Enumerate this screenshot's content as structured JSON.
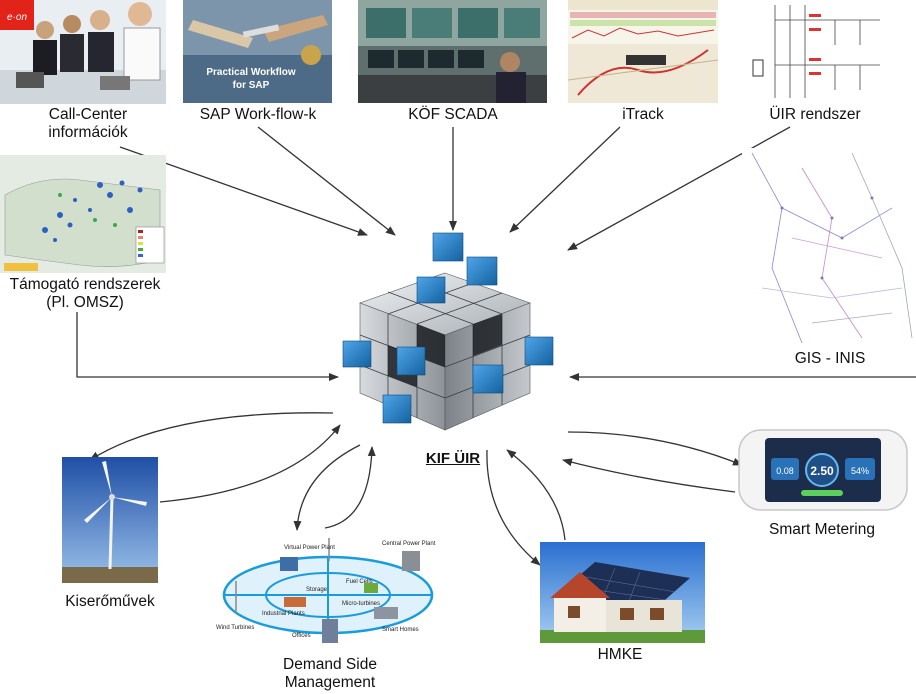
{
  "center": {
    "label": "KIF ÜIR"
  },
  "nodes": {
    "call_center": {
      "line1": "Call-Center",
      "line2": "információk",
      "logo": "e·on"
    },
    "sap": {
      "label": "SAP Work-flow-k",
      "book_line1": "Practical Workflow",
      "book_line2": "for SAP"
    },
    "kof": {
      "label": "KÖF SCADA"
    },
    "itrack": {
      "label": "iTrack"
    },
    "uir": {
      "label": "ÜIR rendszer"
    },
    "tamogato": {
      "line1": "Támogató rendszerek",
      "line2": "(Pl. OMSZ)"
    },
    "gis": {
      "label": "GIS - INIS"
    },
    "kiseromuvek": {
      "label": "Kiserőművek"
    },
    "dsm": {
      "line1": "Demand Side",
      "line2": "Management",
      "inner": {
        "vpp": "Virtual Power Plant",
        "cpp": "Central Power Plant",
        "wind": "Wind Turbines",
        "industrial": "Industrial Plants",
        "storage": "Storage",
        "fuel": "Fuel Cells",
        "micro": "Micro-turbines",
        "offices": "Offices",
        "homes": "Smart Homes"
      }
    },
    "hmke": {
      "label": "HMKE"
    },
    "smart": {
      "label": "Smart Metering",
      "v1": "0.08",
      "v2": "2.50",
      "v3": "54%"
    }
  },
  "colors": {
    "cube_blue": "#1f7fd1",
    "cube_silver": "#c9cdd2",
    "arrow": "#333333"
  }
}
